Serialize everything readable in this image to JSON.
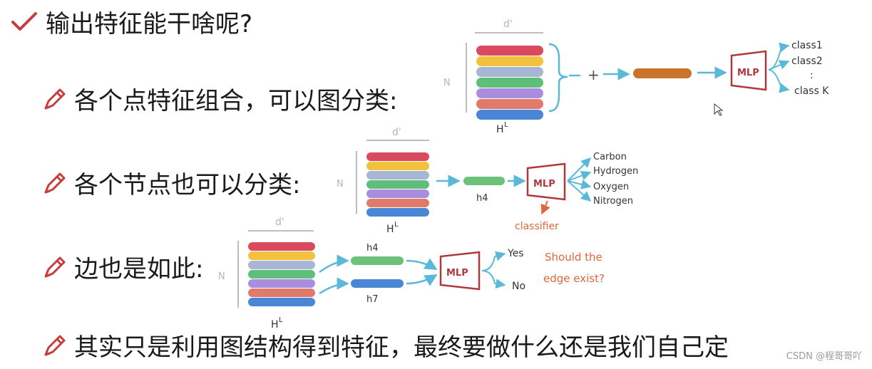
{
  "heading": {
    "text": "输出特征能干啥呢?"
  },
  "bullets": [
    {
      "text": "各个点特征组合，可以图分类:"
    },
    {
      "text": "各个节点也可以分类:"
    },
    {
      "text": "边也是如此:"
    },
    {
      "text": "其实只是利用图结构得到特征，最终要做什么还是我们自己定"
    }
  ],
  "diagram1": {
    "dim_label": "d'",
    "n_label": "N",
    "h_label": "H",
    "plus": "+",
    "mlp": "MLP",
    "outputs": [
      "class1",
      "class2",
      ":",
      "class K"
    ]
  },
  "diagram2": {
    "dim_label": "d'",
    "n_label": "N",
    "h_label": "H",
    "node_label": "h4",
    "mlp": "MLP",
    "classifier": "classifier",
    "outputs": [
      "Carbon",
      "Hydrogen",
      "Oxygen",
      "Nitrogen"
    ]
  },
  "diagram3": {
    "dim_label": "d'",
    "n_label": "N",
    "h_label": "H",
    "node_a": "h4",
    "node_b": "h7",
    "mlp": "MLP",
    "outputs": [
      "Yes",
      "No"
    ],
    "note_line1": "Should the",
    "note_line2": "edge exist?"
  },
  "watermark": "CSDN @程哥哥吖",
  "colors": {
    "stripes": [
      "#d94a5e",
      "#f2c23e",
      "#a8b6d6",
      "#5fbf7a",
      "#a98ee0",
      "#e07a6a",
      "#4a86d6"
    ],
    "arrow": "#5ab8d8",
    "mlp": "#b0383a",
    "pooled": "#c8742a",
    "h4": "#6cc27a",
    "h7": "#4a86d6",
    "note": "#e0673a",
    "check": "#c83c3c",
    "pencil": "#c83c3c",
    "bracket": "#bdbdbd"
  }
}
